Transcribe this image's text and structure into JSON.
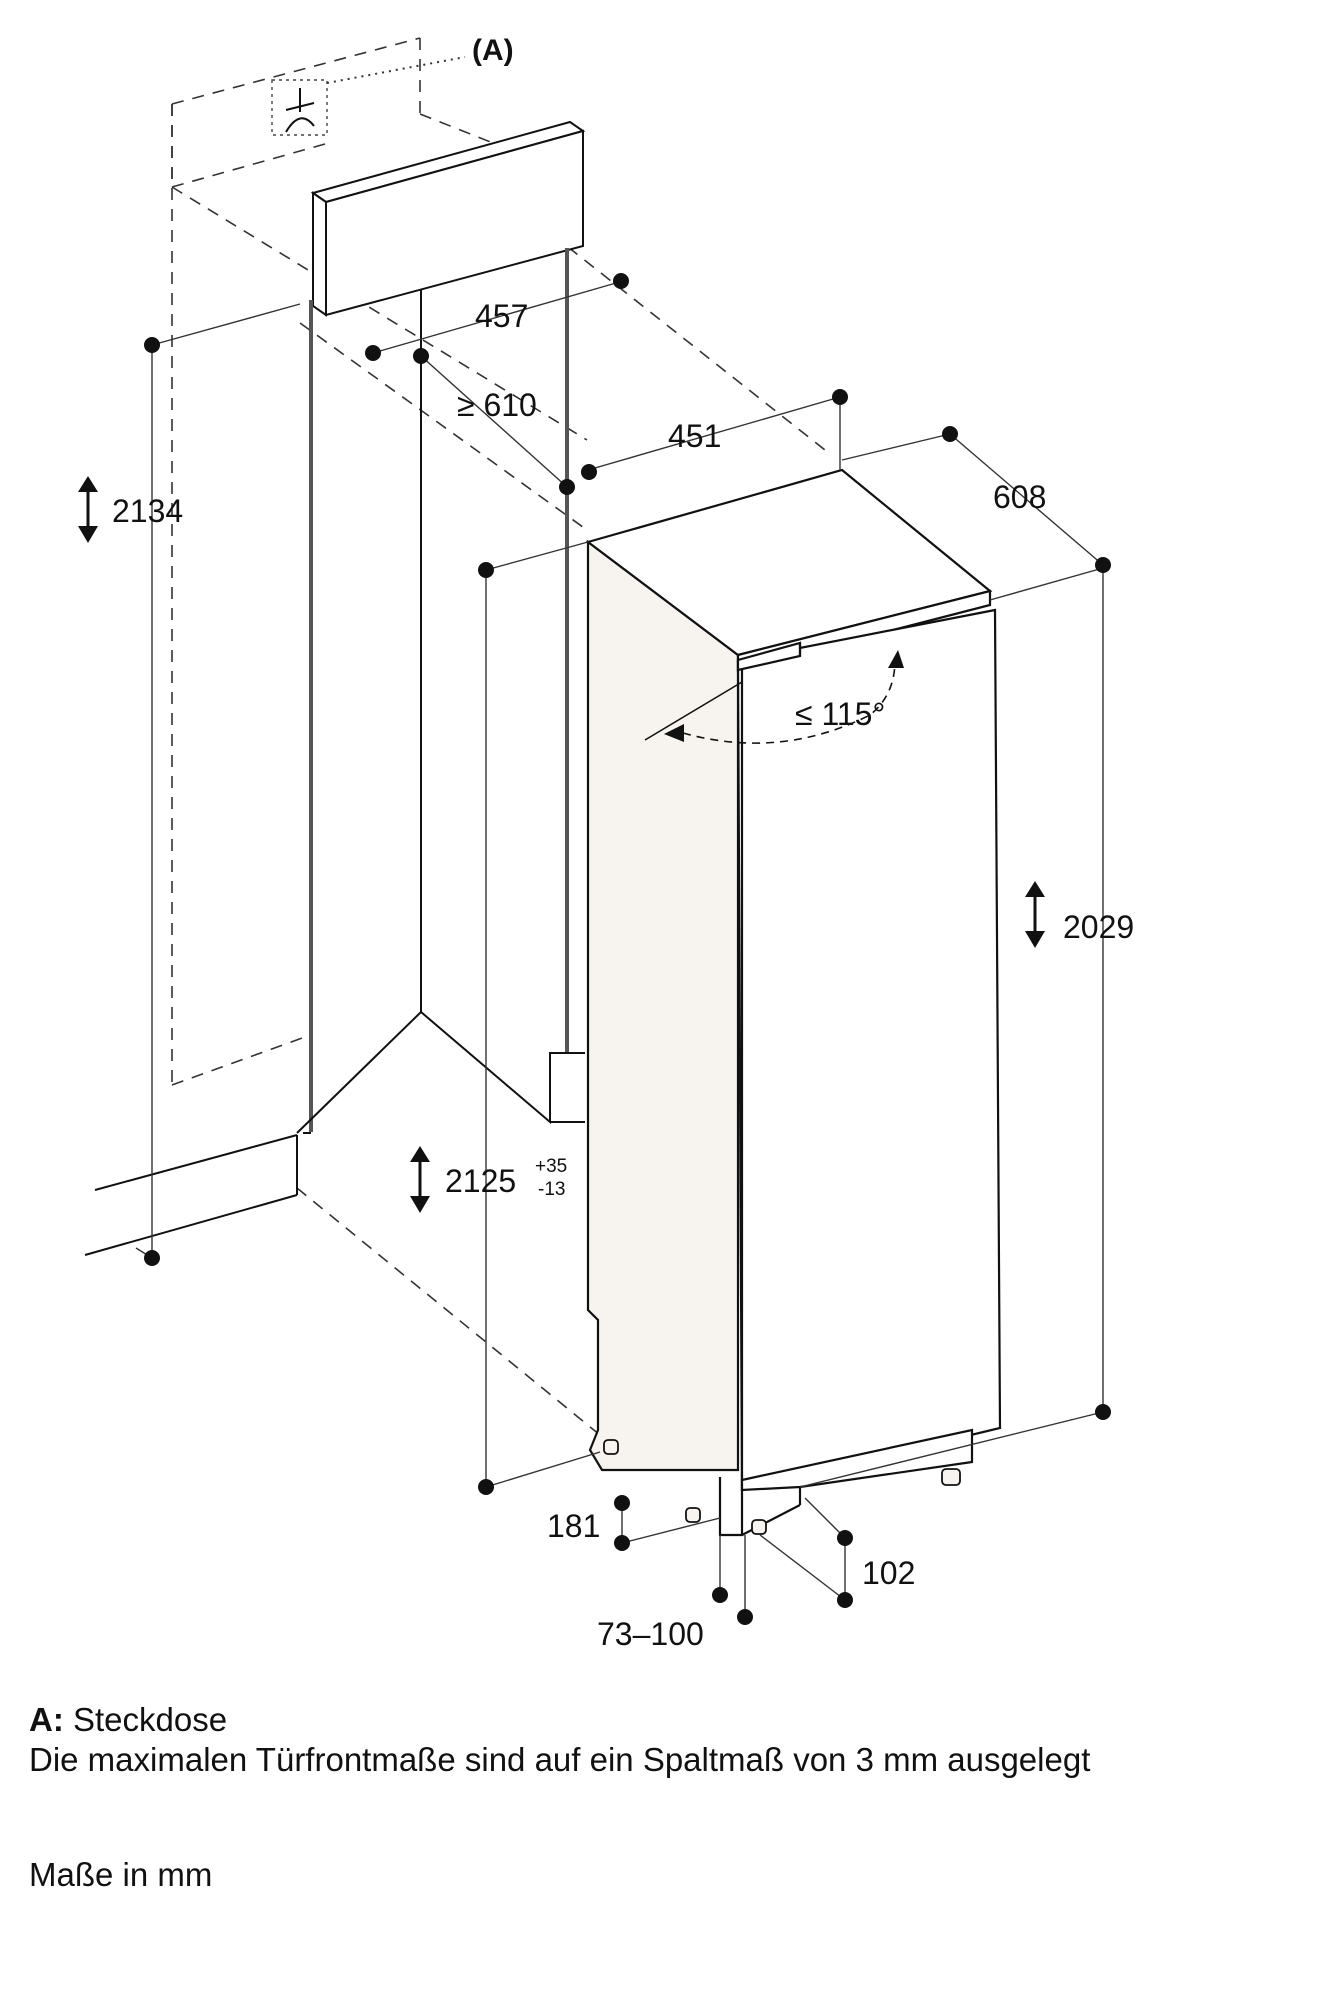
{
  "callout_label": "(A)",
  "dimensions": {
    "niche_height": "2134",
    "niche_depth": "457",
    "min_depth": "≥ 610",
    "appliance_depth": "451",
    "appliance_width": "608",
    "door_angle": "≤ 115°",
    "appliance_height": "2029",
    "install_height": "2125",
    "install_height_plus": "+35",
    "install_height_minus": "-13",
    "plinth_height": "181",
    "plinth_depth": "102",
    "plinth_offset": "73–100"
  },
  "legend": {
    "key": "A:",
    "text": " Steckdose"
  },
  "note": "Die maximalen Türfrontmaße sind auf ein Spaltmaß von 3 mm ausgelegt",
  "units_note": "Maße in mm"
}
